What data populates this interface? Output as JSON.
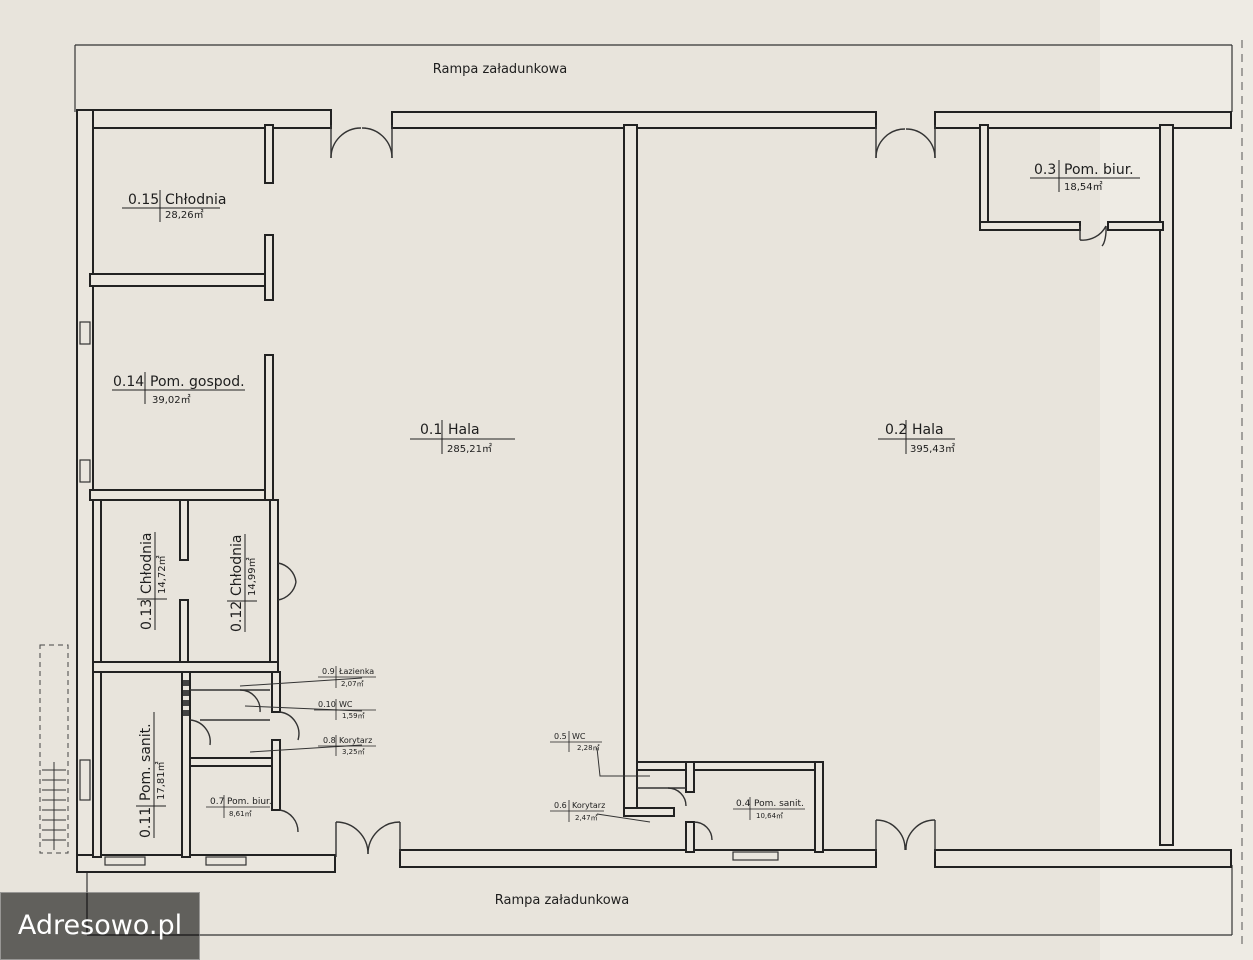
{
  "plan": {
    "rampa_top": "Rampa załadunkowa",
    "rampa_bottom": "Rampa załadunkowa",
    "rooms": {
      "r015": {
        "num": "0.15",
        "name": "Chłodnia",
        "area": "28,26㎡"
      },
      "r014": {
        "num": "0.14",
        "name": "Pom. gospod.",
        "area": "39,02㎡"
      },
      "r01": {
        "num": "0.1",
        "name": "Hala",
        "area": "285,21㎡"
      },
      "r02": {
        "num": "0.2",
        "name": "Hala",
        "area": "395,43㎡"
      },
      "r03": {
        "num": "0.3",
        "name": "Pom. biur.",
        "area": "18,54㎡"
      },
      "r013": {
        "num": "0.13",
        "name": "Chłodnia",
        "area": "14,72㎡"
      },
      "r012": {
        "num": "0.12",
        "name": "Chłodnia",
        "area": "14,99㎡"
      },
      "r011": {
        "num": "0.11",
        "name": "Pom. sanit.",
        "area": "17,81㎡"
      },
      "r09": {
        "num": "0.9",
        "name": "Łazienka",
        "area": "2,07㎡"
      },
      "r010": {
        "num": "0.10",
        "name": "WC",
        "area": "1,59㎡"
      },
      "r08": {
        "num": "0.8",
        "name": "Korytarz",
        "area": "3,25㎡"
      },
      "r07": {
        "num": "0.7",
        "name": "Pom. biur.",
        "area": "8,61㎡"
      },
      "r05": {
        "num": "0.5",
        "name": "WC",
        "area": "2,28㎡"
      },
      "r06": {
        "num": "0.6",
        "name": "Korytarz",
        "area": "2,47㎡"
      },
      "r04": {
        "num": "0.4",
        "name": "Pom. sanit.",
        "area": "10,64㎡"
      }
    }
  },
  "watermark": {
    "text": "Adresowo.pl"
  },
  "colors": {
    "paper": "#e8e4dc",
    "background": "#d9d4cb",
    "line": "#222222"
  }
}
